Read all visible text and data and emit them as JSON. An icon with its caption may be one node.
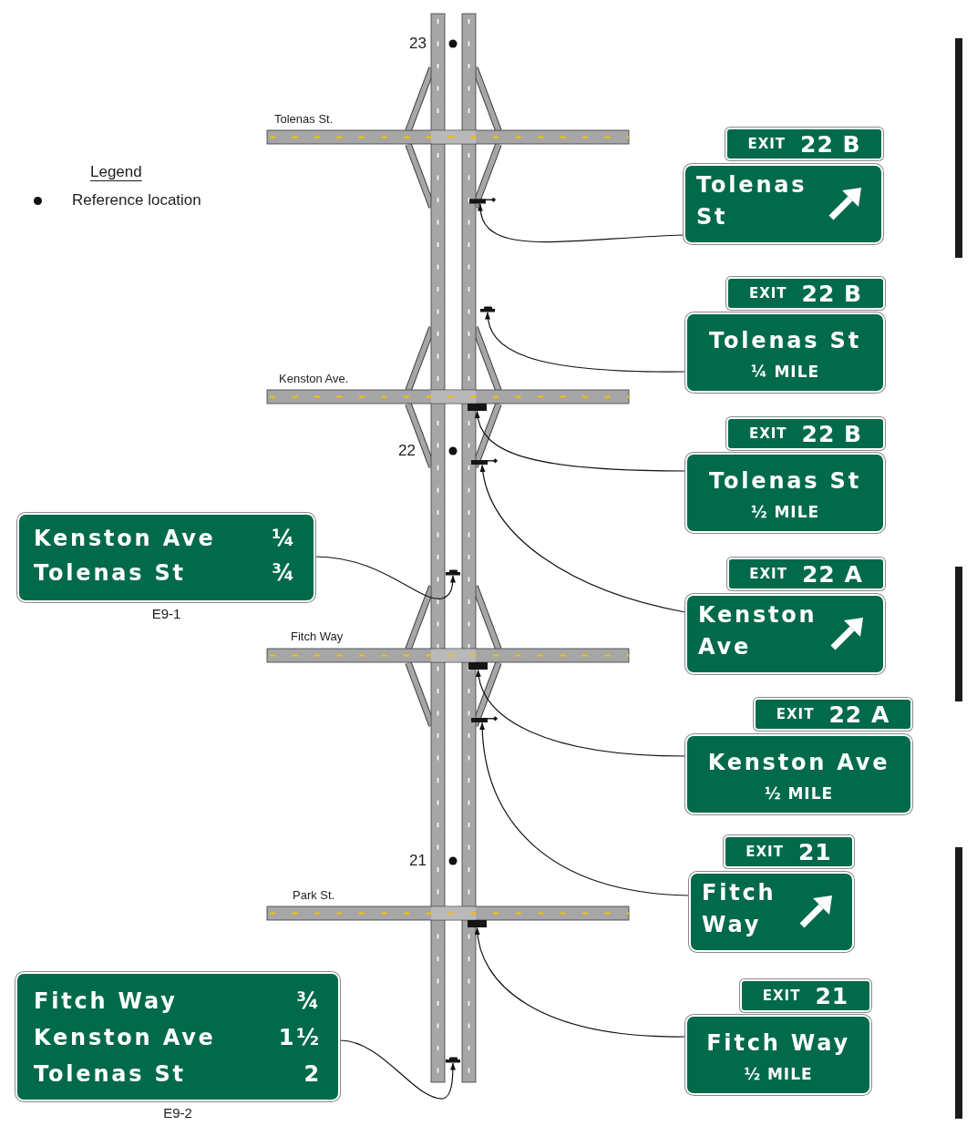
{
  "diagram": {
    "nodes": [
      {
        "text": [
          "EXIT",
          "22 B"
        ]
      },
      {
        "text": [
          "Tolenas St"
        ]
      },
      {
        "text": [
          "EXIT",
          "22 B"
        ]
      },
      {
        "text": [
          "Tolenas St",
          "¼ MILE"
        ]
      },
      {
        "text": [
          "EXIT",
          "22 B"
        ]
      },
      {
        "text": [
          "Tolenas St",
          "½ MILE"
        ]
      },
      {
        "text": [
          "Kenston Ave",
          "¼",
          "Tolenas St",
          "¾"
        ],
        "beside": [
          "E9-1"
        ]
      },
      {
        "text": [
          "EXIT",
          "22 A"
        ]
      },
      {
        "text": [
          "Kenston Ave"
        ]
      },
      {
        "text": [
          "EXIT",
          "22 A"
        ]
      },
      {
        "text": [
          "Kenston Ave",
          "½ MILE"
        ]
      },
      {
        "text": [
          "EXIT",
          "21"
        ]
      },
      {
        "text": [
          "Fitch Way"
        ]
      },
      {
        "text": [
          "Fitch Way",
          "¾",
          "Kenston Ave",
          "1½",
          "Tolenas St",
          "2"
        ],
        "beside": [
          "E9-2"
        ]
      },
      {
        "text": [
          "EXIT",
          "21"
        ]
      },
      {
        "text": [
          "Fitch Way",
          "½ MILE"
        ]
      },
      {
        "text": [],
        "shape": "bar"
      },
      {
        "text": [],
        "shape": "bar"
      },
      {
        "text": [],
        "shape": "bar"
      },
      {
        "text": [],
        "shape": "bar"
      },
      {
        "text": [],
        "shape": "bar"
      },
      {
        "text": [],
        "shape": "bar"
      },
      {
        "text": [],
        "shape": "bar"
      },
      {
        "text": [],
        "shape": "bar"
      },
      {
        "text": [],
        "shape": "bar"
      }
    ],
    "edges": [
      {
        "from": 1,
        "to": 16,
        "arrow": "to"
      },
      {
        "from": 3,
        "to": 17,
        "arrow": "to"
      },
      {
        "from": 5,
        "to": 18,
        "arrow": "to"
      },
      {
        "from": 6,
        "to": 20,
        "arrow": "to"
      },
      {
        "from": 8,
        "to": 19,
        "arrow": "to"
      },
      {
        "from": 10,
        "to": 21,
        "arrow": "to"
      },
      {
        "from": 12,
        "to": 22,
        "arrow": "to"
      },
      {
        "from": 13,
        "to": 24,
        "arrow": "to"
      },
      {
        "from": 15,
        "to": 23,
        "arrow": "to"
      }
    ],
    "labels": [
      "23",
      "Tolenas St.",
      "Legend",
      "Kenston Ave.",
      "22",
      "Fitch Way",
      "21",
      "Park St."
    ],
    "legend": [
      {
        "text": "Reference location"
      }
    ]
  }
}
